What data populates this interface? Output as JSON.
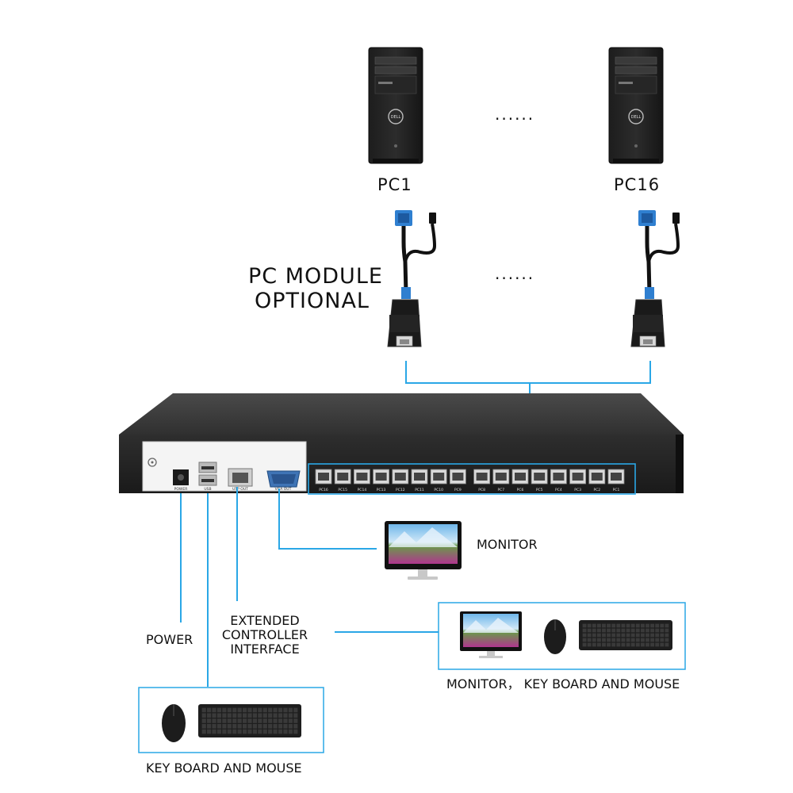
{
  "pcs": {
    "first_label": "PC1",
    "last_label": "PC16",
    "ellipsis_top": "......",
    "ellipsis_modules": "......"
  },
  "module": {
    "label_line1": "PC MODULE",
    "label_line2": "OPTIONAL"
  },
  "switch": {
    "rear_labels": {
      "power": "POWER",
      "usb": "USB",
      "utp_out": "UTP OUT",
      "vga_out": "VGA OUT"
    },
    "port_labels": [
      "PC16",
      "PC15",
      "PC14",
      "PC13",
      "PC12",
      "PC11",
      "PC10",
      "PC9",
      "PC8",
      "PC7",
      "PC6",
      "PC5",
      "PC4",
      "PC3",
      "PC2",
      "PC1"
    ]
  },
  "connections": {
    "power": "POWER",
    "extended_line1": "EXTENDED",
    "extended_line2": "CONTROLLER",
    "extended_line3": "INTERFACE",
    "monitor": "MONITOR",
    "remote_console": "MONITOR， KEY BOARD AND MOUSE",
    "local_console": "KEY BOARD AND MOUSE"
  },
  "colors": {
    "line": "#2aa7e6",
    "chassis": "#2b2b2b",
    "panel": "#f4f4f4"
  },
  "icons": [
    "pc-tower-icon",
    "pc-module-icon",
    "monitor-icon",
    "keyboard-icon",
    "mouse-icon",
    "kvm-switch-icon"
  ]
}
